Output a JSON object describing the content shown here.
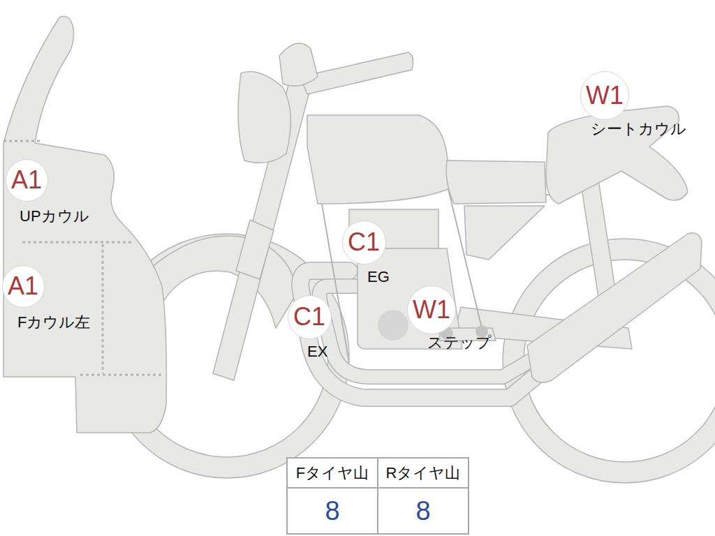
{
  "diagram": {
    "nodes": [
      {
        "text": [
          "A1",
          "UPカウル"
        ]
      },
      {
        "text": [
          "A1",
          "Fカウル左"
        ]
      },
      {
        "text": [
          "C1",
          "EX"
        ]
      },
      {
        "text": [
          "C1",
          "EG"
        ]
      },
      {
        "text": [
          "W1",
          "ステップ"
        ]
      },
      {
        "text": [
          "W1",
          "シートカウル"
        ]
      }
    ],
    "labels": [
      "Fタイヤ山",
      "Rタイヤ山",
      "8",
      "8"
    ]
  }
}
